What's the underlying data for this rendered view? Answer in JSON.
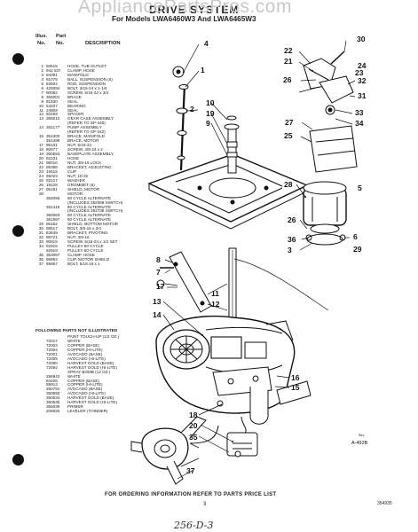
{
  "watermark": "AppliancePartsPros.com",
  "header": {
    "title": "DRIVE SYSTEM",
    "subtitle": "For Models LWA6460W3 And LWA6465W3",
    "col_illus": "Illus.",
    "col_no": "No.",
    "col_part": "Part",
    "col_partno": "No.",
    "col_desc": "DESCRIPTION"
  },
  "parts": [
    {
      "ill": "1",
      "pn": "93515",
      "desc": "HOSE, TUB OUTLET"
    },
    {
      "ill": "2",
      "pn": "942 537",
      "desc": "CLAMP, HOSE"
    },
    {
      "ill": "3",
      "pn": "84091",
      "desc": "MANIFOLD"
    },
    {
      "ill": "4",
      "pn": "91075",
      "desc": "BALL, SUSPENSION (5)"
    },
    {
      "ill": "5",
      "pn": "83504",
      "desc": "ROD, SUSPENSION"
    },
    {
      "ill": "6",
      "pn": "425094",
      "desc": "BOLT, 3/16-24 x 1-1/4"
    },
    {
      "ill": "7",
      "pn": "90062",
      "desc": "SCREW, 5/16-24 x 3/4"
    },
    {
      "ill": "8",
      "pn": "355001",
      "desc": "BRACE"
    },
    {
      "ill": "9",
      "pn": "91930",
      "desc": "SEAL"
    },
    {
      "ill": "10",
      "pn": "54207",
      "desc": "BEARING"
    },
    {
      "ill": "11",
      "pn": "24809",
      "desc": "SEAL"
    },
    {
      "ill": "12",
      "pn": "50459",
      "desc": "SPACER"
    },
    {
      "ill": "13",
      "pn": "365012",
      "desc": "GEAR CASE ASSEMBLY"
    },
    {
      "ill": "",
      "pn": "",
      "desc": "(REFER TO SP-340)"
    },
    {
      "ill": "14",
      "pn": "362177",
      "desc": "PUMP ASSEMBLY"
    },
    {
      "ill": "",
      "pn": "",
      "desc": "(REFER TO SP-342)"
    },
    {
      "ill": "15",
      "pn": "351300",
      "desc": "BRACE, MANIFOLD"
    },
    {
      "ill": "",
      "pn": "351499",
      "desc": "BRACE, MOTOR"
    },
    {
      "ill": "17",
      "pn": "96101",
      "desc": "NUT, 5/16-24"
    },
    {
      "ill": "18",
      "pn": "90877",
      "desc": "SCREW, 3/8-24 x 2"
    },
    {
      "ill": "19",
      "pn": "360553",
      "desc": "BASEPLATE ASSEMBLY"
    },
    {
      "ill": "20",
      "pn": "92231",
      "desc": "HOSE"
    },
    {
      "ill": "21",
      "pn": "96016",
      "desc": "NUT, 3/8-16 LOCK"
    },
    {
      "ill": "22",
      "pn": "85386",
      "desc": "BRACKET, ADJUSTING"
    },
    {
      "ill": "23",
      "pn": "16515",
      "desc": "CLIP"
    },
    {
      "ill": "24",
      "pn": "95023",
      "desc": "NUT, 10-32"
    },
    {
      "ill": "25",
      "pn": "92217",
      "desc": "WASHER"
    },
    {
      "ill": "26",
      "pn": "19128",
      "desc": "GROMMET (6)"
    },
    {
      "ill": "27",
      "pn": "95181",
      "desc": "SHIELD, MOTOR"
    },
    {
      "ill": "28",
      "pn": "",
      "desc": "MOTOR"
    },
    {
      "ill": "",
      "pn": "362056",
      "desc": "60 CYCLE ALTERNATE"
    },
    {
      "ill": "",
      "pn": "",
      "desc": "(INCLUDES 362088 SWITCH)"
    },
    {
      "ill": "",
      "pn": "361416",
      "desc": "60 CYCLE ALTERNATE"
    },
    {
      "ill": "",
      "pn": "",
      "desc": "(INCLUDES 362738 SWITCH)"
    },
    {
      "ill": "",
      "pn": "360063",
      "desc": "60 CYCLE ALTERNATE"
    },
    {
      "ill": "",
      "pn": "361997",
      "desc": "60 CYCLE ALTERNATE"
    },
    {
      "ill": "29",
      "pn": "95162",
      "desc": "SHIELD, BOTTOM MOTOR"
    },
    {
      "ill": "30",
      "pn": "98517",
      "desc": "BOLT, 3/8-16 x 3/4"
    },
    {
      "ill": "31",
      "pn": "83849",
      "desc": "BRACKET, PIVOTING"
    },
    {
      "ill": "32",
      "pn": "98721",
      "desc": "NUT, 3/8-16"
    },
    {
      "ill": "33",
      "pn": "90819",
      "desc": "SCREW, 5/16-24 x 1/2 SET"
    },
    {
      "ill": "34",
      "pn": "92916",
      "desc": "PULLEY 60 CYCLE"
    },
    {
      "ill": "",
      "pn": "92919",
      "desc": "PULLEY 50 CYCLE"
    },
    {
      "ill": "35",
      "pn": "353097",
      "desc": "CLAMP, HOSE"
    },
    {
      "ill": "36",
      "pn": "96893",
      "desc": "CLIP, MOTOR SHIELD"
    },
    {
      "ill": "37",
      "pn": "96887",
      "desc": "BOLT, 5/16-18 x 1"
    }
  ],
  "not_illustrated_label": "FOLLOWING PARTS NOT ILLUSTRATED",
  "paint_parts": [
    {
      "pn": "",
      "desc": "PAINT TOUCH-UP (1/2 OZ.)"
    },
    {
      "pn": "72017",
      "desc": "WHITE"
    },
    {
      "pn": "72003",
      "desc": "COPPER (BASE)"
    },
    {
      "pn": "72004",
      "desc": "COPPER (HI-LITE)"
    },
    {
      "pn": "72001",
      "desc": "AVOCADO (BASE)"
    },
    {
      "pn": "72005",
      "desc": "AVOCADO (HI-LITE)"
    },
    {
      "pn": "72090",
      "desc": "HARVEST GOLD (BASE)"
    },
    {
      "pn": "72092",
      "desc": "HARVEST GOLD (HI-LITE)"
    },
    {
      "pn": "",
      "desc": "SPRAY BOMB (12 OZ.)"
    },
    {
      "pn": "296943",
      "desc": "WHITE"
    },
    {
      "pn": "84405",
      "desc": "COPPER (BASE)"
    },
    {
      "pn": "89913",
      "desc": "COPPER (HI-LITE)"
    },
    {
      "pn": "350791",
      "desc": "AVOCADO (BASE)"
    },
    {
      "pn": "350592",
      "desc": "AVOCADO (HI-LITE)"
    },
    {
      "pn": "350534",
      "desc": "HARVEST GOLD (BASE)"
    },
    {
      "pn": "350535",
      "desc": "HARVEST GOLD (HI-LITE)"
    },
    {
      "pn": "356039",
      "desc": "PRIMER"
    },
    {
      "pn": "206925",
      "desc": "LEVELER (THINNER)"
    }
  ],
  "callouts": [
    "30",
    "4",
    "22",
    "21",
    "24",
    "23",
    "26",
    "32",
    "31",
    "1",
    "10",
    "19",
    "9",
    "2",
    "33",
    "34",
    "27",
    "25",
    "28",
    "5",
    "26",
    "36",
    "6",
    "3",
    "29",
    "8",
    "7",
    "17",
    "11",
    "12",
    "13",
    "14",
    "16",
    "15",
    "18",
    "20",
    "35",
    "37"
  ],
  "figure_number": "A-492B",
  "figure_small": "Rev.",
  "footer": "FOR ORDERING INFORMATION REFER TO PARTS PRICE LIST",
  "page_number": "3",
  "doc_number": "354935",
  "handwritten": "256-D-3"
}
